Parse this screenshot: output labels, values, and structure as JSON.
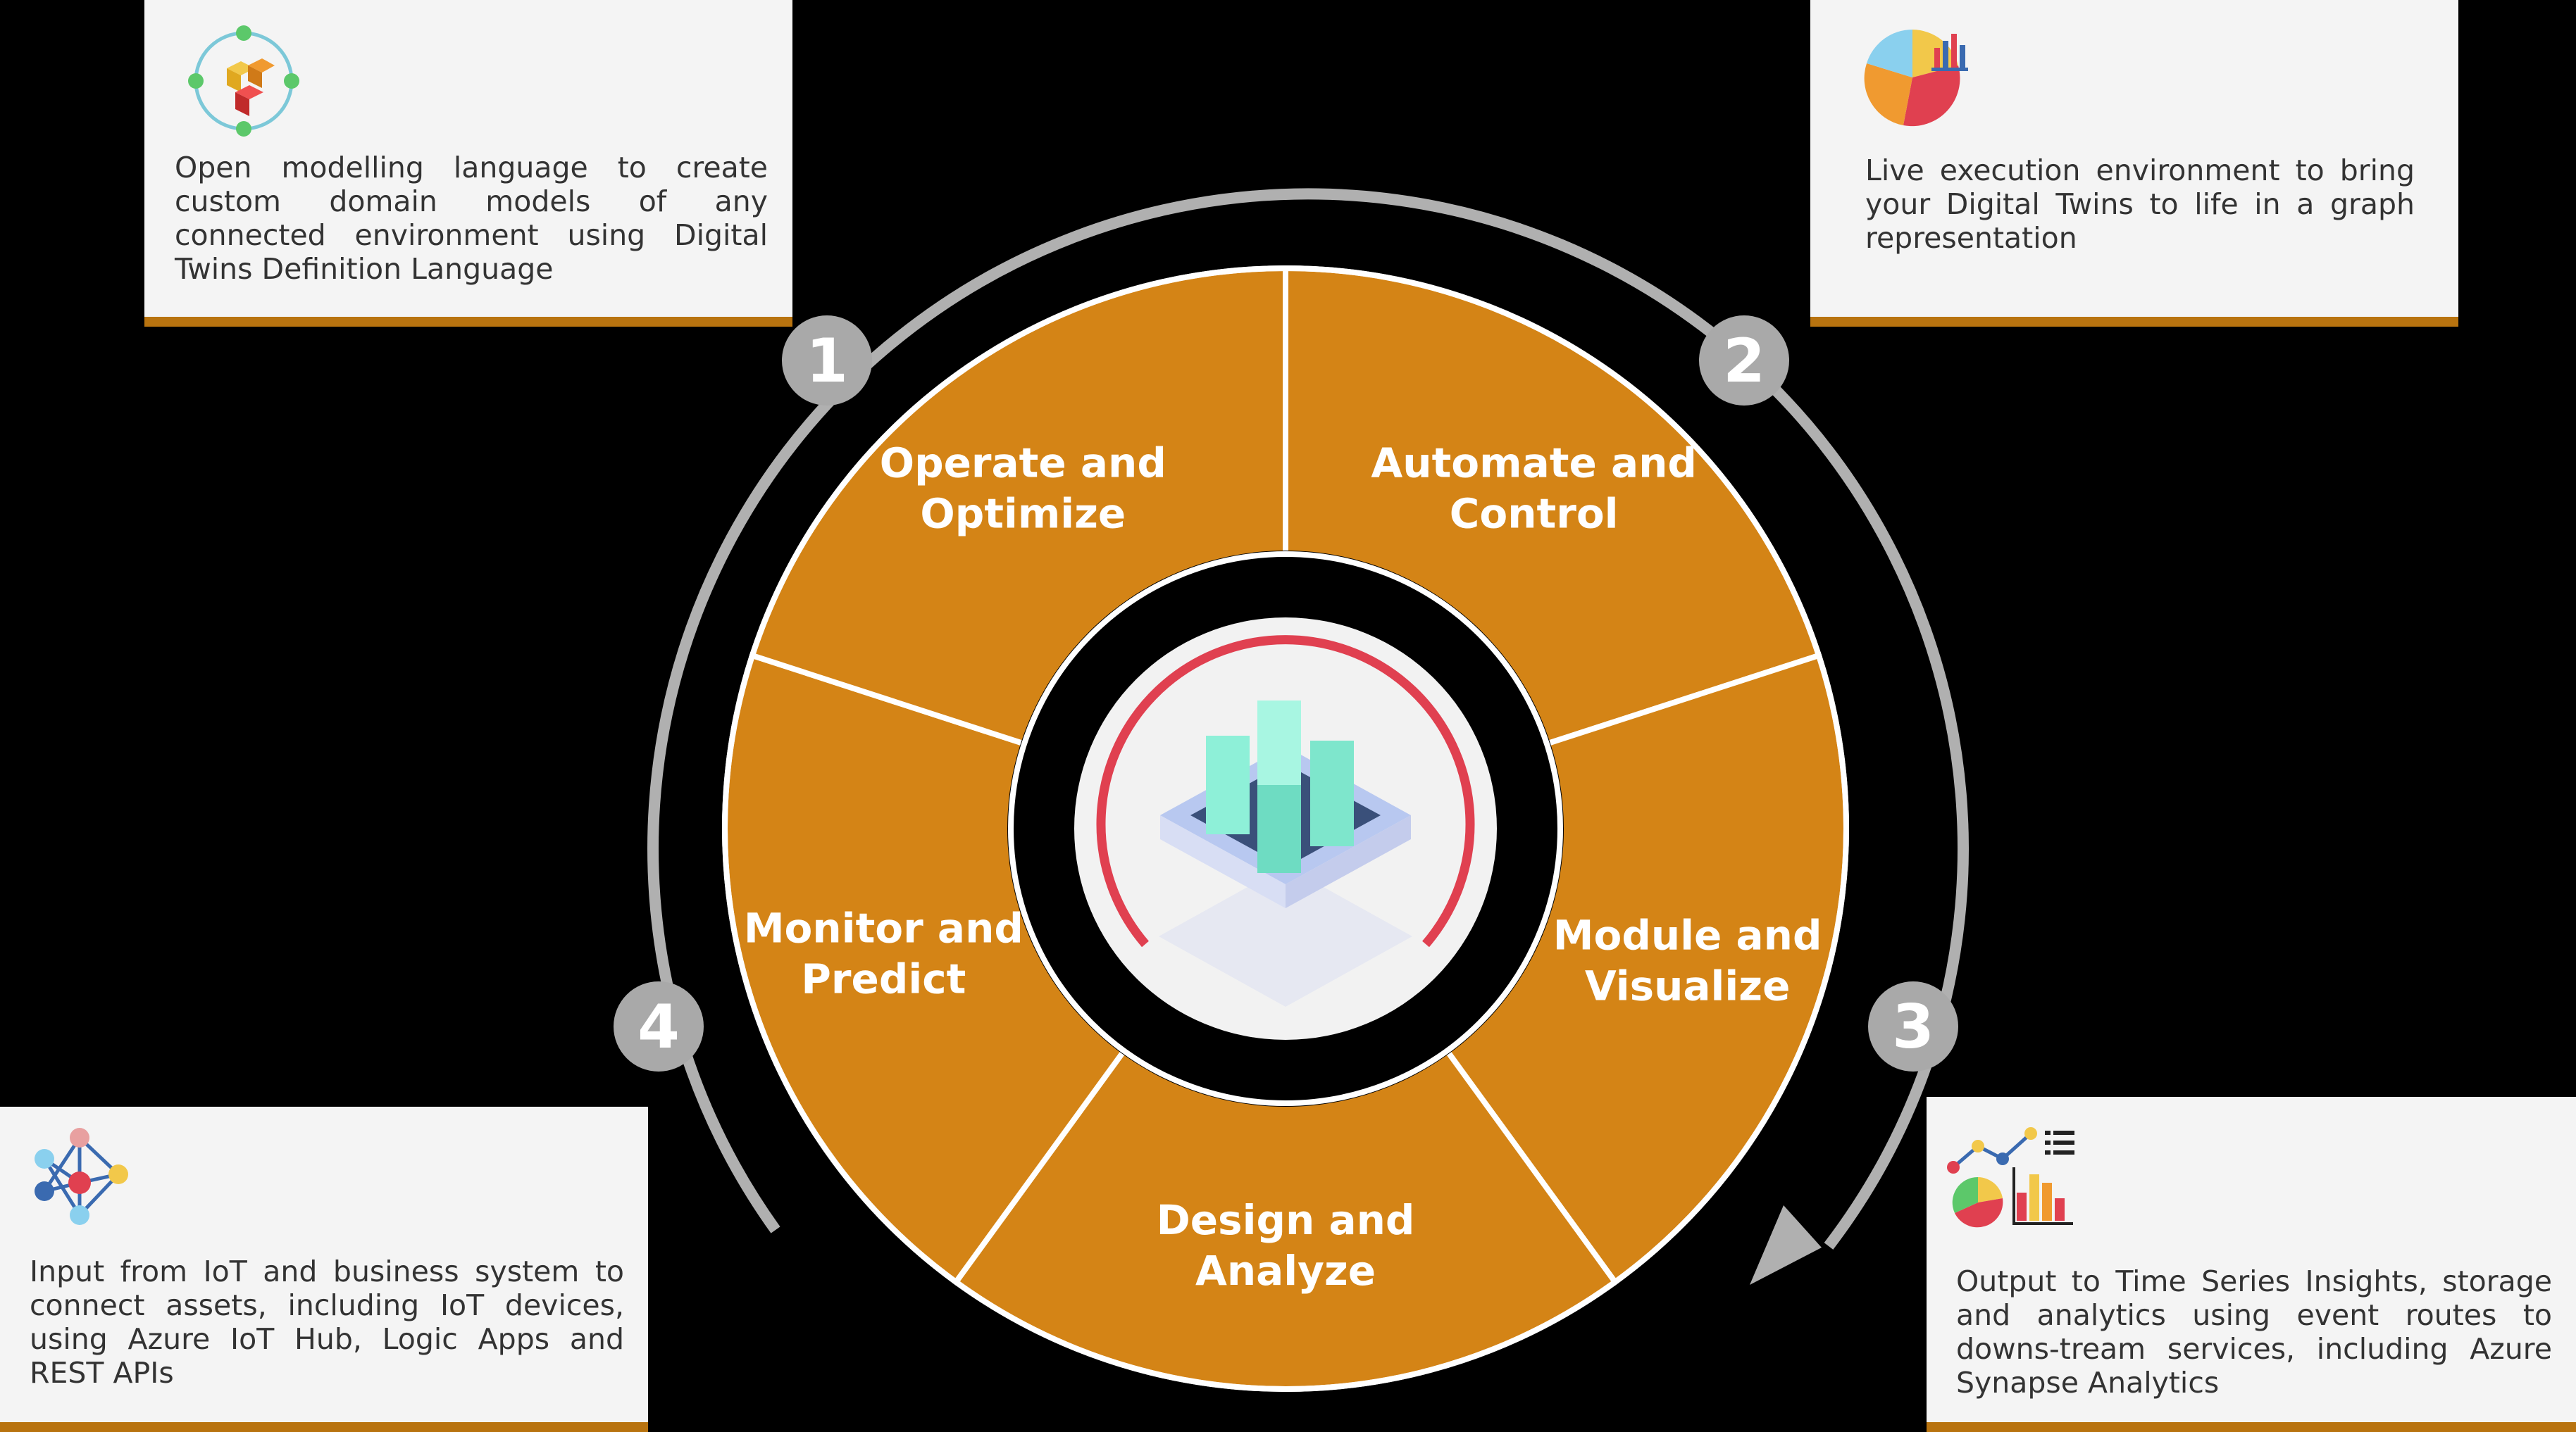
{
  "steps": [
    "1",
    "2",
    "3",
    "4"
  ],
  "segments": [
    {
      "line1": "Automate and",
      "line2": "Control"
    },
    {
      "line1": "Module and",
      "line2": "Visualize"
    },
    {
      "line1": "Design and",
      "line2": "Analyze"
    },
    {
      "line1": "Monitor and",
      "line2": "Predict"
    },
    {
      "line1": "Operate and",
      "line2": "Optimize"
    }
  ],
  "cards": {
    "top_left": {
      "icon": "cube-network-icon",
      "text": "Open modelling language to create custom domain models of any connected environment using Digital Twins Definition Language"
    },
    "top_right": {
      "icon": "pie-bar-chart-icon",
      "text": "Live execution environment to bring your Digital Twins to life in a graph representation"
    },
    "bottom_left": {
      "icon": "network-nodes-icon",
      "text": "Input from IoT and business system to connect assets, including IoT devices, using Azure IoT Hub, Logic Apps and REST APIs"
    },
    "bottom_right": {
      "icon": "analytics-dashboard-icon",
      "text": "Output to Time Series Insights, storage and analytics  using event routes to downs-tream services, including Azure Synapse Analytics"
    }
  },
  "colors": {
    "background": "#000000",
    "segment": "#d48416",
    "card": "#f4f4f4",
    "card_border": "#b8730f",
    "arc": "#b0b0b0",
    "badge": "#a9a9a9",
    "center_ring": "#e04050",
    "cube": "#8ef0d8"
  }
}
